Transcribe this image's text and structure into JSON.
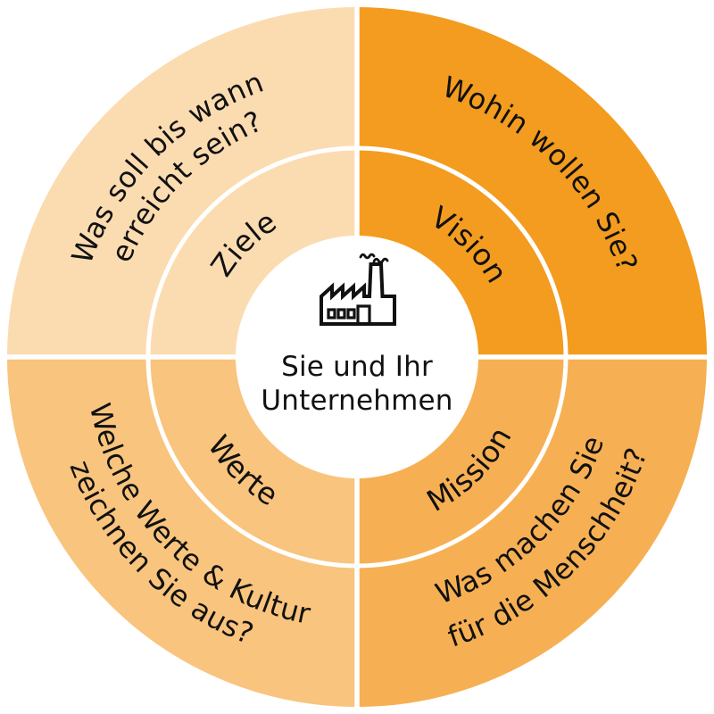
{
  "colors": {
    "page_bg": "#ffffff",
    "divider": "#ffffff",
    "center_bg": "#ffffff",
    "text": "#111111",
    "icon": "#111111"
  },
  "center": {
    "icon": "factory-icon",
    "title_line1": "Sie und Ihr",
    "title_line2": "Unternehmen"
  },
  "quadrants": {
    "top_left": {
      "label": "Ziele",
      "question_line1": "Was soll bis wann",
      "question_line2": "erreicht sein?",
      "color": "#FBDCB1"
    },
    "top_right": {
      "label": "Vision",
      "question_line1": "Wohin wollen Sie?",
      "color": "#F39C1F"
    },
    "bottom_left": {
      "label": "Werte",
      "question_line1": "Welche Werte & Kultur",
      "question_line2": "zeichnen Sie aus?",
      "color": "#F9C47D"
    },
    "bottom_right": {
      "label": "Mission",
      "question_line1": "Was machen Sie",
      "question_line2": "für die Menschheit?",
      "color": "#F6B053"
    }
  }
}
